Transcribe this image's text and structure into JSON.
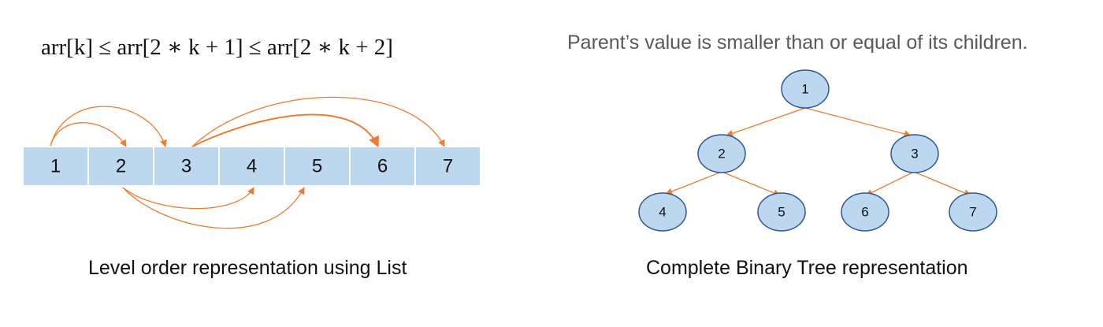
{
  "formula": "arr[k] ≤ arr[2 ∗ k + 1] ≤ arr[2 ∗ k + 2]",
  "tree_caption": "Parent’s value is smaller than or equal of its children.",
  "list_caption": "Level order representation using List",
  "tree_title": "Complete Binary Tree representation",
  "array_values": [
    "1",
    "2",
    "3",
    "4",
    "5",
    "6",
    "7"
  ],
  "tree_nodes": [
    "1",
    "2",
    "3",
    "4",
    "5",
    "6",
    "7"
  ],
  "colors": {
    "cell_fill": "#bdd7ee",
    "node_fill": "#bdd7ee",
    "node_stroke": "#2f5597",
    "arrow": "#ed7d31"
  }
}
